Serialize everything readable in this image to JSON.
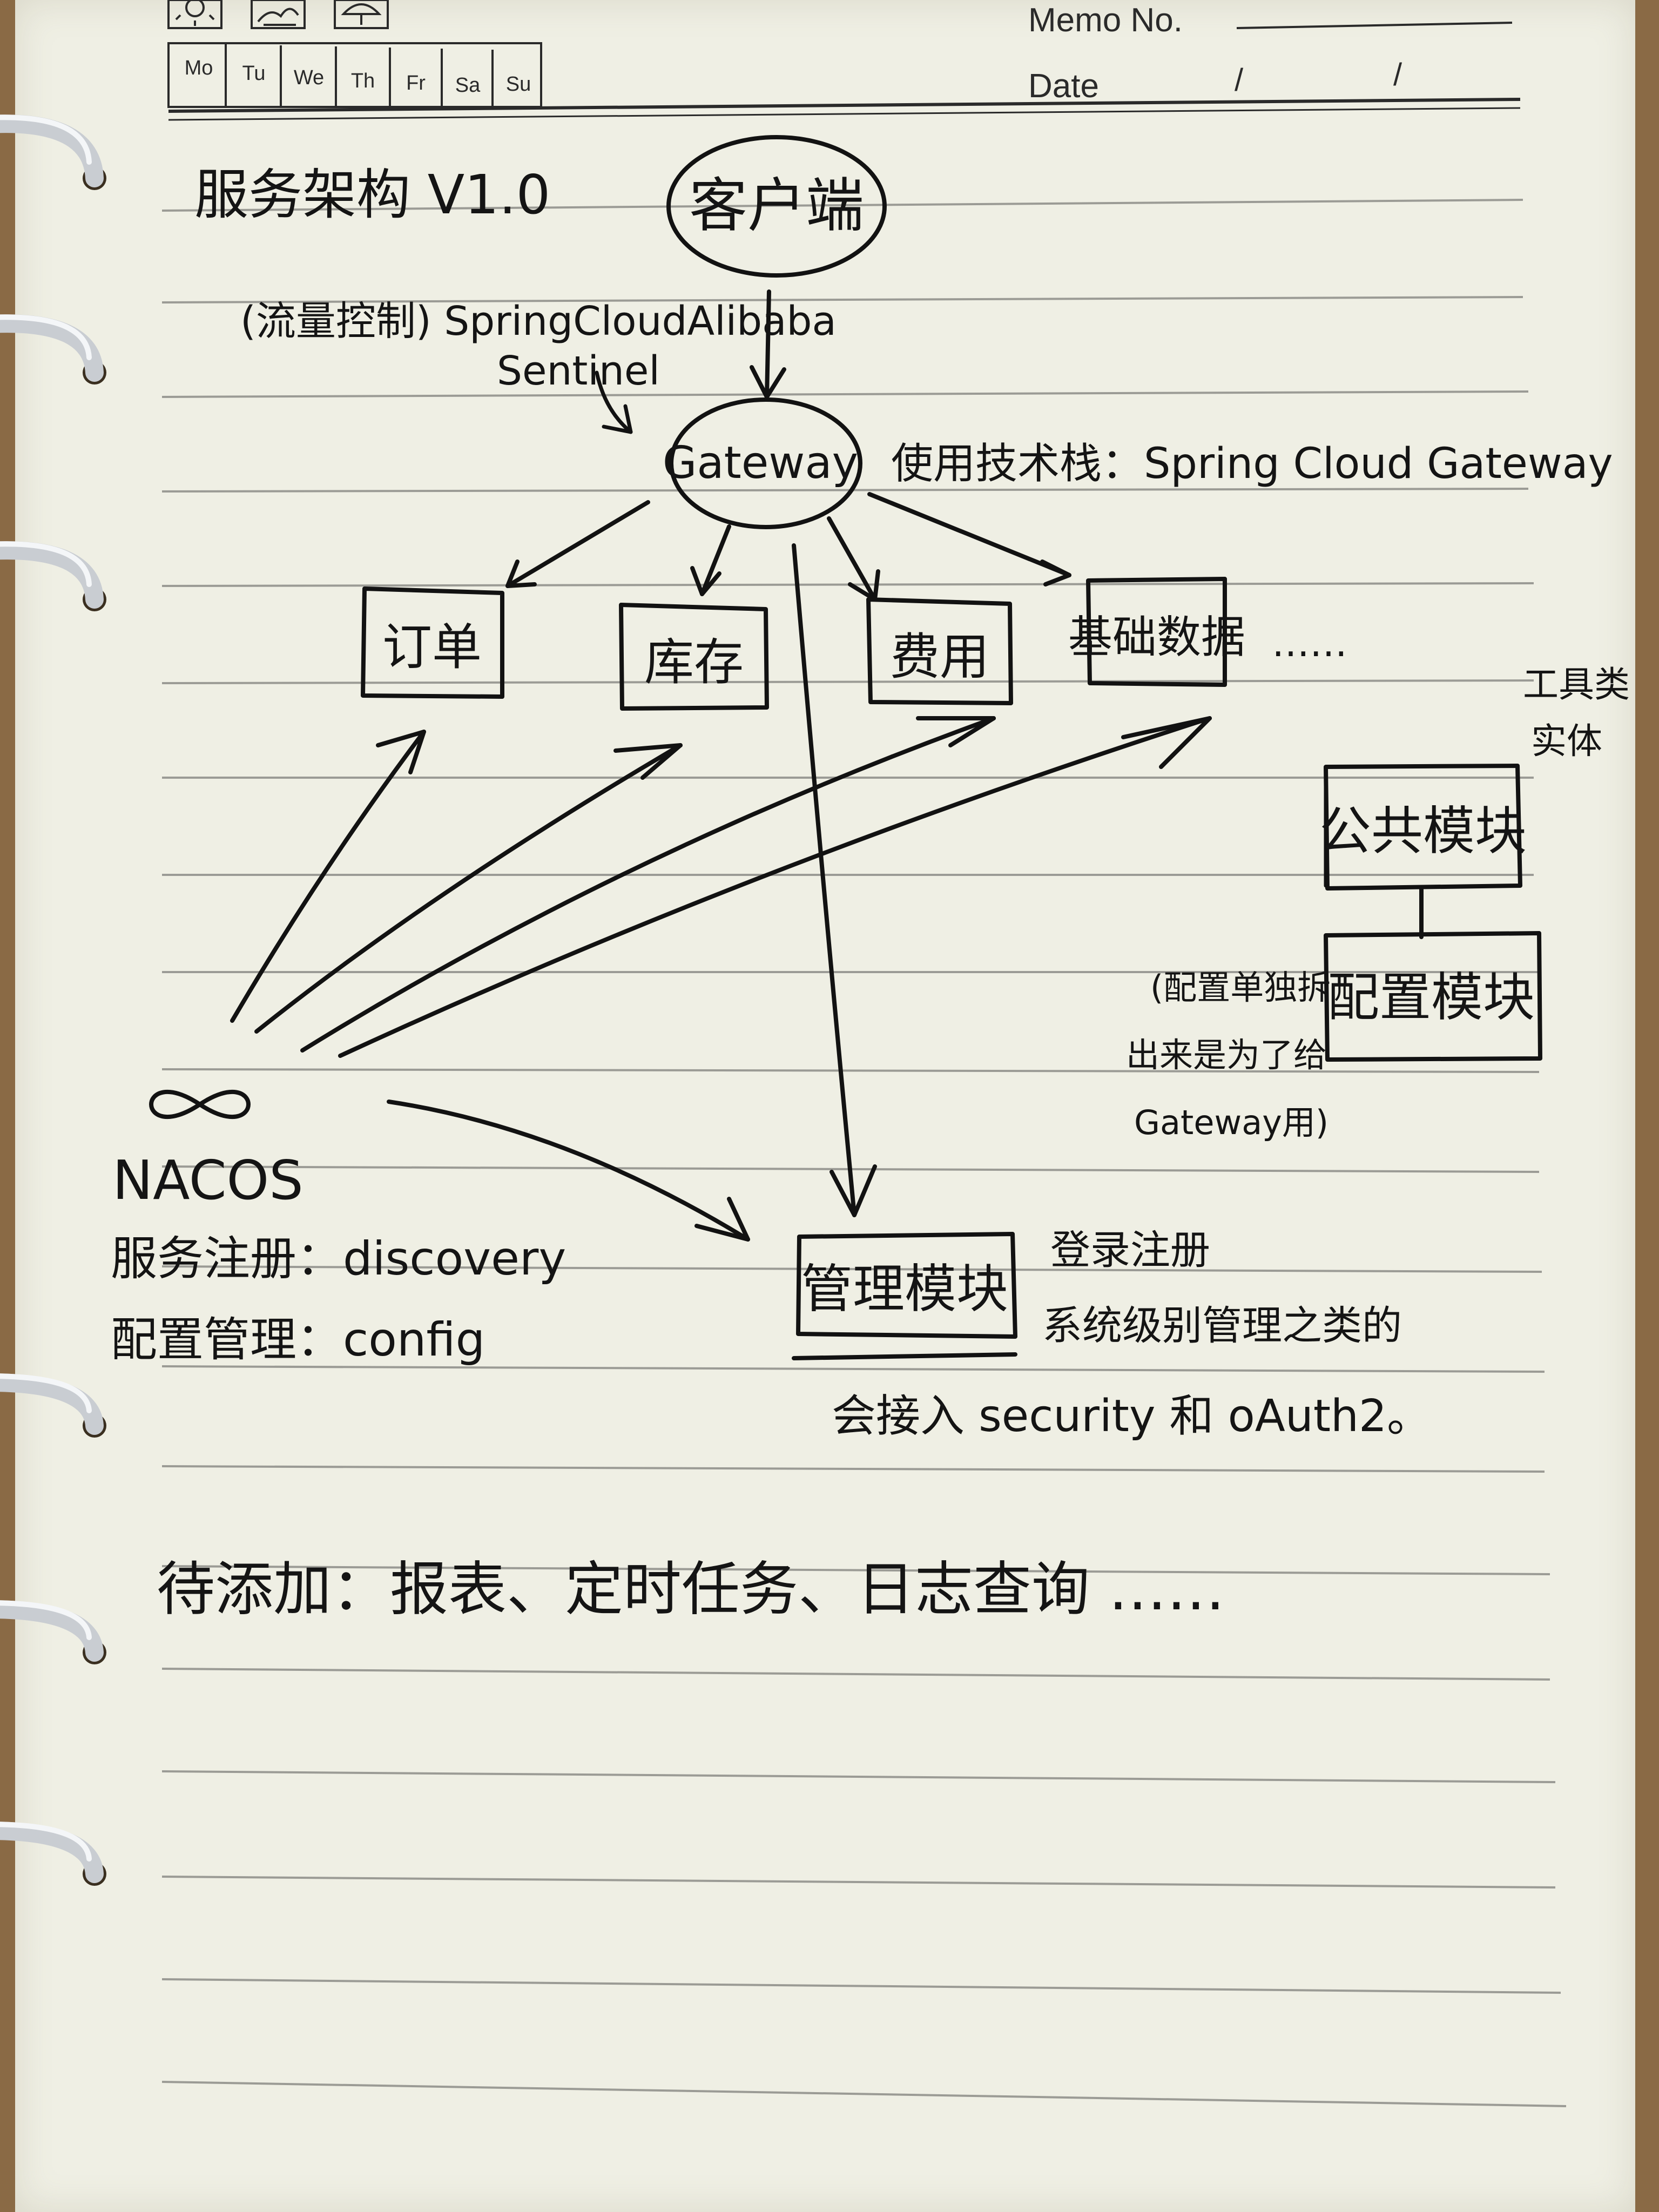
{
  "header": {
    "memo_label": "Memo No.",
    "date_label": "Date",
    "date_sep_1": "/",
    "date_sep_2": "/",
    "weekdays": [
      "Mo",
      "Tu",
      "We",
      "Th",
      "Fr",
      "Sa",
      "Su"
    ],
    "weather_icons": [
      "sun-icon",
      "cloud-icon",
      "umbrella-icon"
    ]
  },
  "diagram": {
    "title": "服务架构 V1.0",
    "client": "客户端",
    "gateway": "Gateway",
    "gateway_note": "使用技术栈：Spring Cloud Gateway",
    "sentinel_note_line1": "(流量控制) SpringCloudAlibaba",
    "sentinel_note_line2": "Sentinel",
    "services": [
      "订单",
      "库存",
      "费用",
      "基础数据"
    ],
    "services_more": "……",
    "tools_note_line1": "工具类",
    "tools_note_line2": "实体",
    "common_module": "公共模块",
    "config_module": "配置模块",
    "config_note_line1": "(配置单独拆",
    "config_note_line2": "出来是为了给",
    "config_note_line3": "Gateway用)",
    "nacos_label": "NACOS",
    "nacos_discovery": "服务注册：discovery",
    "nacos_config": "配置管理：config",
    "manage_module": "管理模块",
    "manage_note_line1": "登录注册",
    "manage_note_line2": "系统级别管理之类的",
    "security_note": "会接入 security 和 oAuth2。",
    "todo": "待添加：报表、定时任务、日志查询 ……"
  }
}
